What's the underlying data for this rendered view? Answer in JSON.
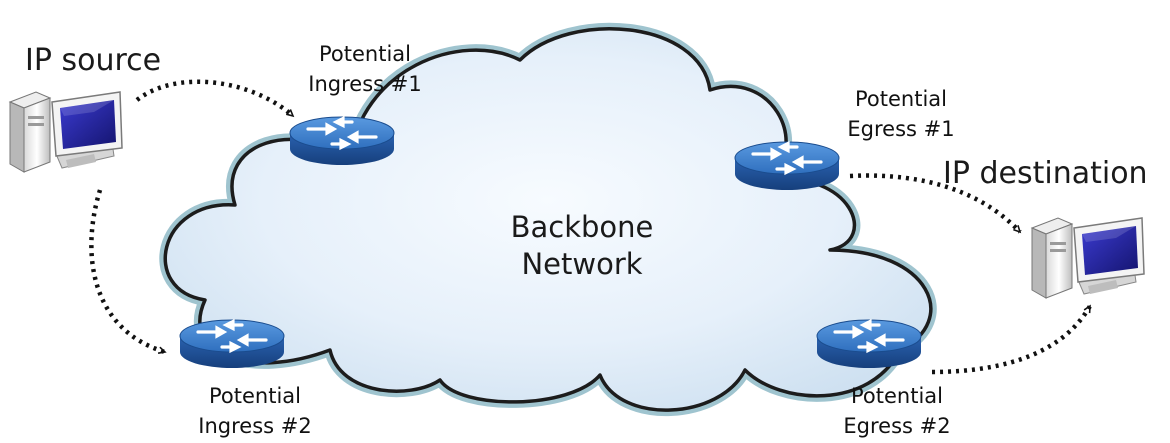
{
  "labels": {
    "source": "IP source",
    "destination": "IP destination",
    "cloud_line1": "Backbone",
    "cloud_line2": "Network",
    "ingress1_line1": "Potential",
    "ingress1_line2": "Ingress #1",
    "ingress2_line1": "Potential",
    "ingress2_line2": "Ingress #2",
    "egress1_line1": "Potential",
    "egress1_line2": "Egress #1",
    "egress2_line1": "Potential",
    "egress2_line2": "Egress #2"
  },
  "icons": {
    "source_computer": "desktop-computer-icon",
    "destination_computer": "desktop-computer-icon",
    "router": "router-icon",
    "cloud": "cloud-shape"
  },
  "colors": {
    "cloud_fill": "#e6f0fa",
    "cloud_outline": "#1c1c1c",
    "cloud_halo": "#9fc4cf",
    "router_top": "#3d83d0",
    "router_side": "#1d4f95",
    "arrow": "#111111",
    "monitor_screen": "#2323a0"
  }
}
